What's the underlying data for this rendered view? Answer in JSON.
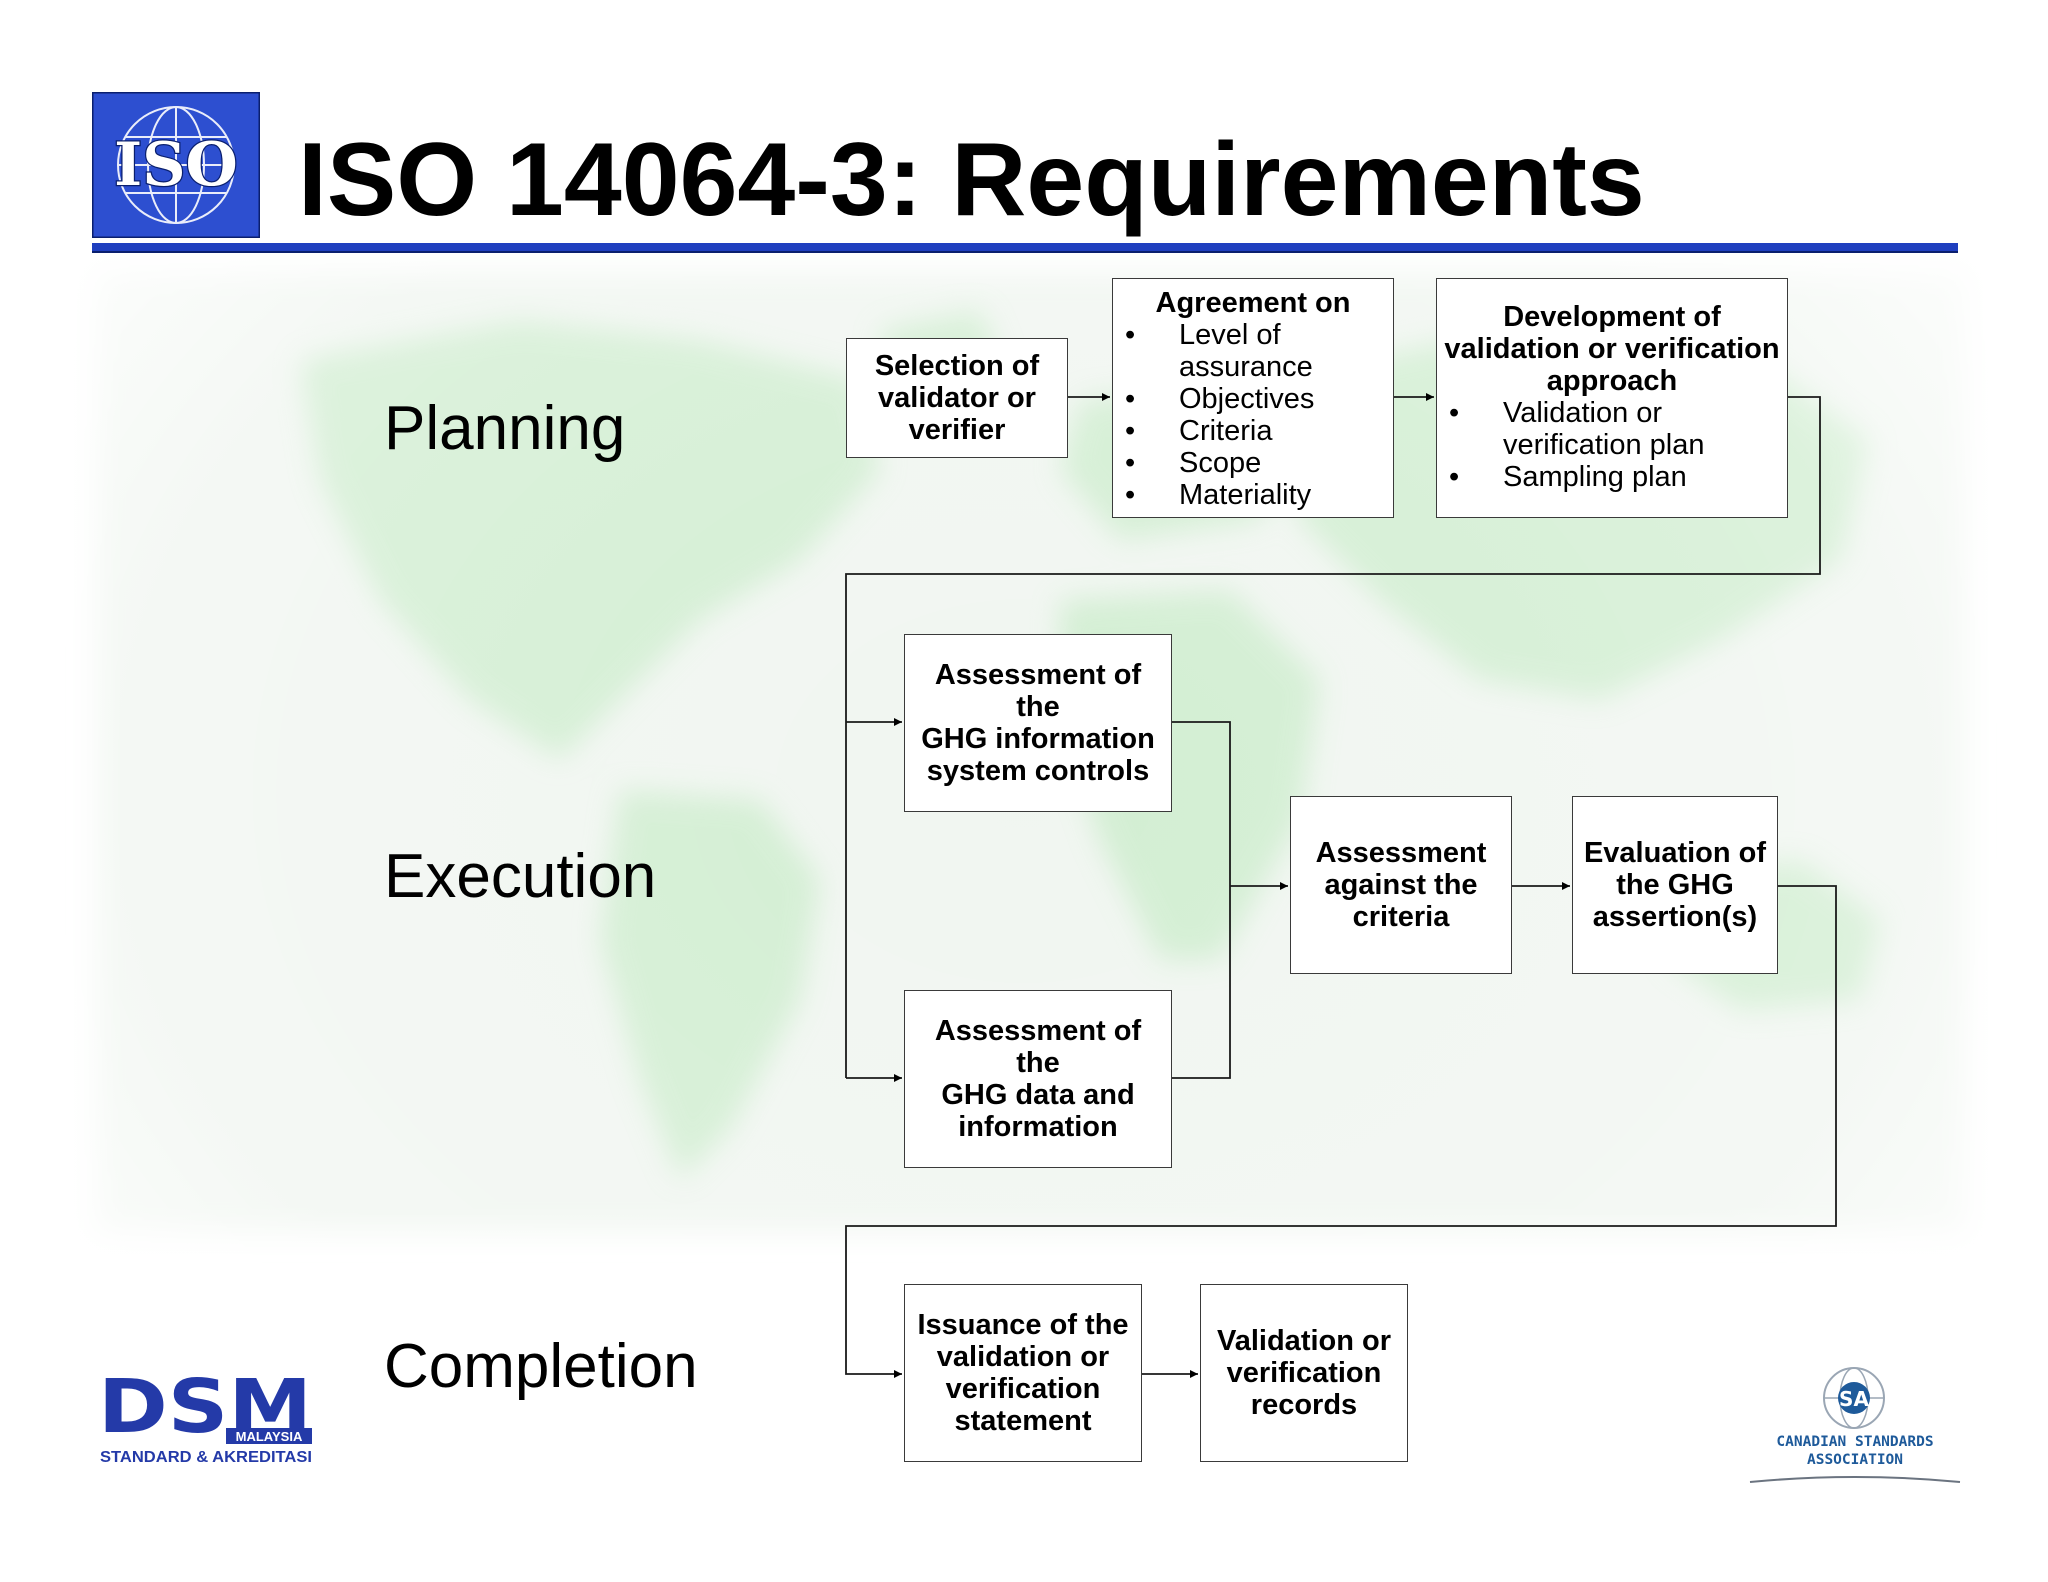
{
  "slide": {
    "title": "ISO 14064-3: Requirements",
    "logos": {
      "iso": {
        "text": "ISO",
        "icon": "iso-globe-logo-icon"
      },
      "dsm": {
        "text": "DSM",
        "sub1": "MALAYSIA",
        "sub2": "STANDARD & AKREDITASI"
      },
      "csa": {
        "line1": "CANADIAN STANDARDS",
        "line2": "ASSOCIATION",
        "mark": "SA"
      }
    },
    "colors": {
      "title_rule": "#1f3fbf",
      "iso_logo_bg": "#2d4fd0",
      "dsm_logo": "#243aa8",
      "csa_logo": "#1e5a9a",
      "map_green": "#bfe8bf"
    }
  },
  "phases": {
    "planning": "Planning",
    "execution": "Execution",
    "completion": "Completion"
  },
  "flow": {
    "selection": {
      "lines": [
        "Selection of",
        "validator or",
        "verifier"
      ]
    },
    "agreement": {
      "title": "Agreement on",
      "bullets": [
        {
          "lines": [
            "Level of",
            "assurance"
          ]
        },
        {
          "lines": [
            "Objectives"
          ]
        },
        {
          "lines": [
            "Criteria"
          ]
        },
        {
          "lines": [
            "Scope"
          ]
        },
        {
          "lines": [
            "Materiality"
          ]
        }
      ]
    },
    "development": {
      "title_lines": [
        "Development of",
        "validation or verification",
        "approach"
      ],
      "bullets": [
        {
          "lines": [
            "Validation or",
            "verification plan"
          ]
        },
        {
          "lines": [
            "Sampling plan"
          ]
        }
      ]
    },
    "controls": {
      "lines": [
        "Assessment of the",
        "GHG information",
        "system controls"
      ]
    },
    "data": {
      "lines": [
        "Assessment of the",
        "GHG data and",
        "information"
      ]
    },
    "criteria": {
      "lines": [
        "Assessment",
        "against the",
        "criteria"
      ]
    },
    "evaluation": {
      "lines": [
        "Evaluation of",
        "the GHG",
        "assertion(s)"
      ]
    },
    "issuance": {
      "lines": [
        "Issuance of the",
        "validation or",
        "verification",
        "statement"
      ]
    },
    "records": {
      "lines": [
        "Validation or",
        "verification",
        "records"
      ]
    }
  }
}
